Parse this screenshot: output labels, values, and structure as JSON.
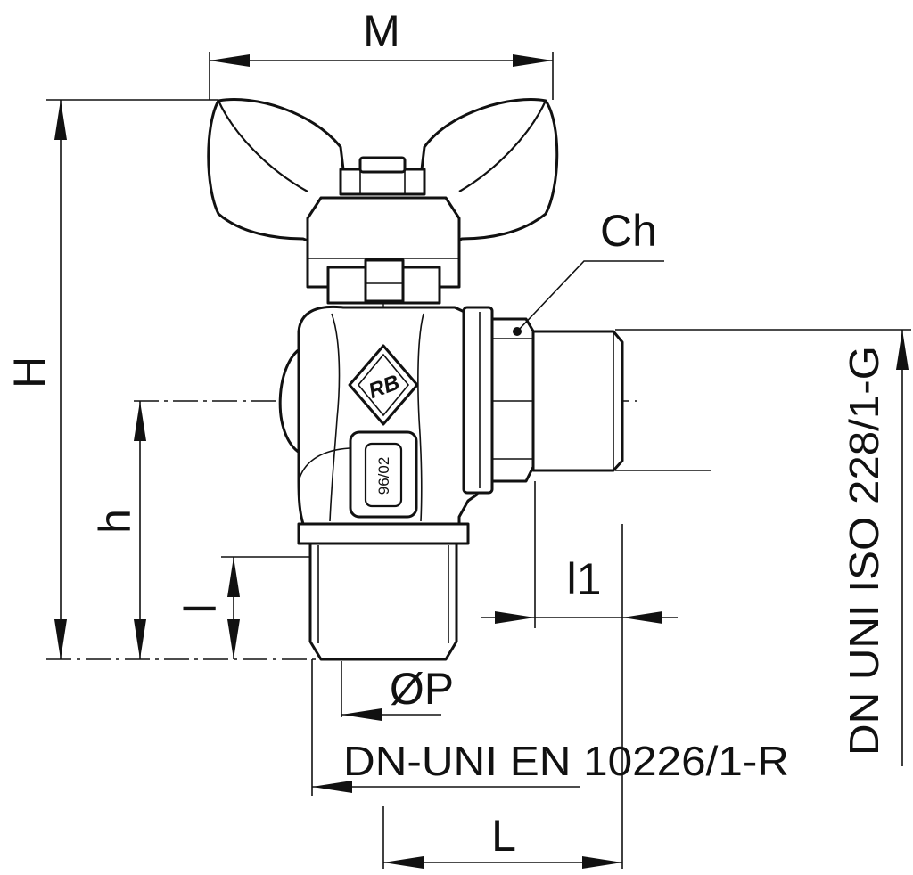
{
  "dimensions": {
    "M": "M",
    "Ch": "Ch",
    "H": "H",
    "h": "h",
    "l": "l",
    "l1": "l1",
    "OP": "ØP",
    "L": "L"
  },
  "thread_standards": {
    "male_inlet": "DN-UNI EN 10226/1-R",
    "male_outlet": "DN UNI ISO 228/1-G"
  },
  "body_marking": {
    "logo": "RB",
    "date_code": "96/02"
  },
  "colors": {
    "line": "#111111",
    "background": "#ffffff"
  }
}
